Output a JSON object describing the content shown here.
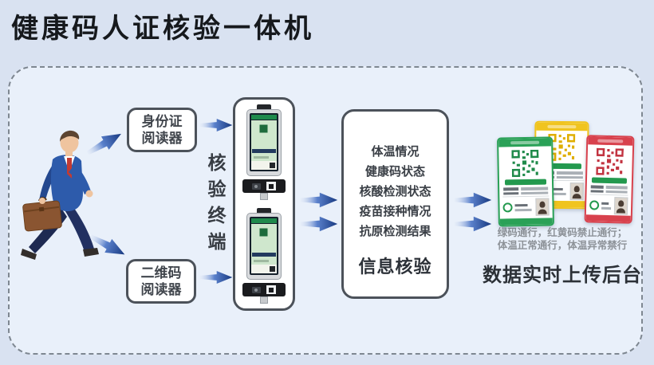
{
  "header": {
    "title": "健康码人证核验一体机"
  },
  "readers": {
    "id_card": {
      "line1": "身份证",
      "line2": "阅读器"
    },
    "qr_code": {
      "line1": "二维码",
      "line2": "阅读器"
    }
  },
  "terminal": {
    "label": "核验终端"
  },
  "info": {
    "items": [
      "体温情况",
      "健康码状态",
      "核酸检测状态",
      "疫苗接种情况",
      "抗原检测结果"
    ],
    "footer": "信息核验"
  },
  "result": {
    "rule_line1": "绿码通行，红黄码禁止通行；",
    "rule_line2": "体温正常通行，体温异常禁行",
    "upload_label": "数据实时上传后台"
  },
  "cards": [
    {
      "name": "green-health-code-card",
      "color": "#2aa157",
      "qr_color": "#1f8a4a"
    },
    {
      "name": "yellow-health-code-card",
      "color": "#f0c41f",
      "qr_color": "#dfae00"
    },
    {
      "name": "red-health-code-card",
      "color": "#d8414d",
      "qr_color": "#c23340"
    }
  ],
  "colors": {
    "page_background": "#d9e2f1",
    "panel_background": "#e9f0fa",
    "arrow_blue": "#16377e",
    "box_border": "#4c525a",
    "status_bar_green": "#23994e",
    "muted_text": "#8d9298",
    "dark_text": "#2c3137"
  }
}
